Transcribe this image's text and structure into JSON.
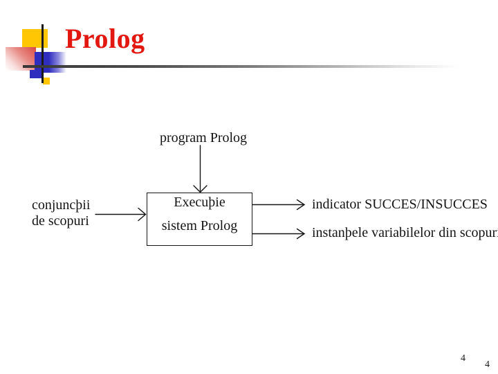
{
  "slide": {
    "title": "Prolog",
    "page_number": "4",
    "page_number_secondary": "4"
  },
  "diagram": {
    "top_label": "program Prolog",
    "left_label_line1": "conjuncþii",
    "left_label_line2": "de scopuri",
    "box_line1": "Execuþie",
    "box_line2": "sistem Prolog",
    "output1": "indicator SUCCES/INSUCCES",
    "output2": "instanþele variabilelor din scopuri"
  },
  "colors": {
    "title_red": "#e2170f",
    "logo_yellow": "#ffc703",
    "logo_blue": "#2f2dbe",
    "logo_pink_red": "#d94a44",
    "diagram_line": "#141414",
    "rule_dark_gray": "#383838",
    "background": "#ffffff"
  }
}
